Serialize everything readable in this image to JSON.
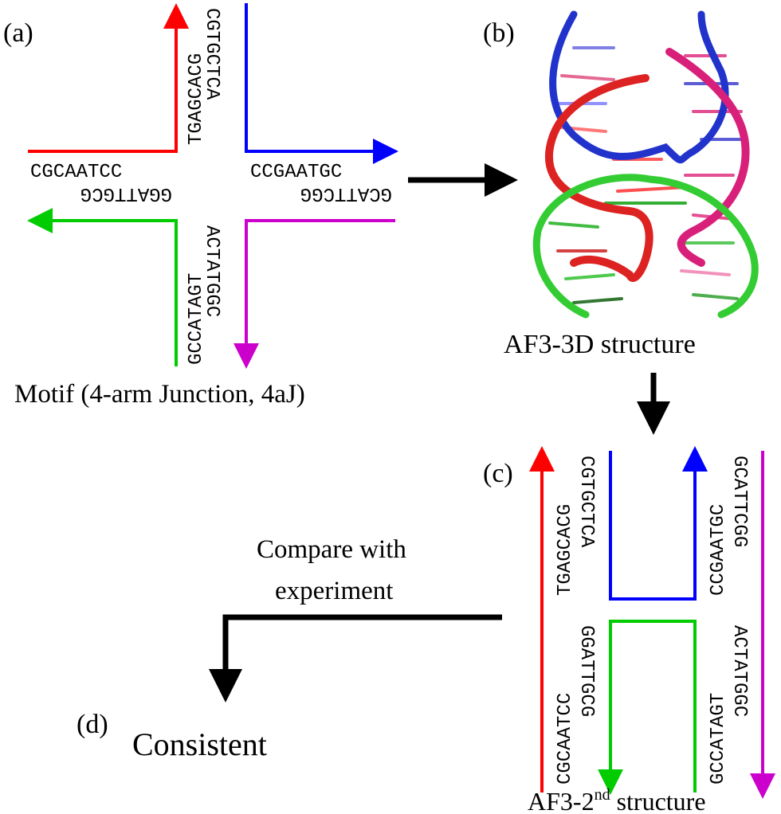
{
  "panels": {
    "a": {
      "tag": "(a)",
      "caption": "Motif (4-arm Junction, 4aJ)"
    },
    "b": {
      "tag": "(b)",
      "caption": "AF3-3D structure"
    },
    "c": {
      "tag": "(c)",
      "caption_main": "AF3-2",
      "caption_sup": "nd",
      "caption_tail": " structure"
    },
    "d": {
      "tag": "(d)",
      "result": "Consistent"
    }
  },
  "compare": {
    "line1": "Compare with",
    "line2": "experiment"
  },
  "sequences": {
    "top_left": "TGAGCACG",
    "top_right": "CGTGCTCA",
    "left_top": "CGCAATCC",
    "left_bottom": "GGATTGCG",
    "right_top": "CCGAATGC",
    "right_bottom": "GCATTCGG",
    "bottom_left": "GCCATAGT",
    "bottom_right": "ACTATGGC"
  },
  "strand_colors": {
    "red": "#ff0000",
    "blue": "#0000ff",
    "green": "#00cc00",
    "magenta": "#cc00cc",
    "pink": "#e0307a"
  }
}
